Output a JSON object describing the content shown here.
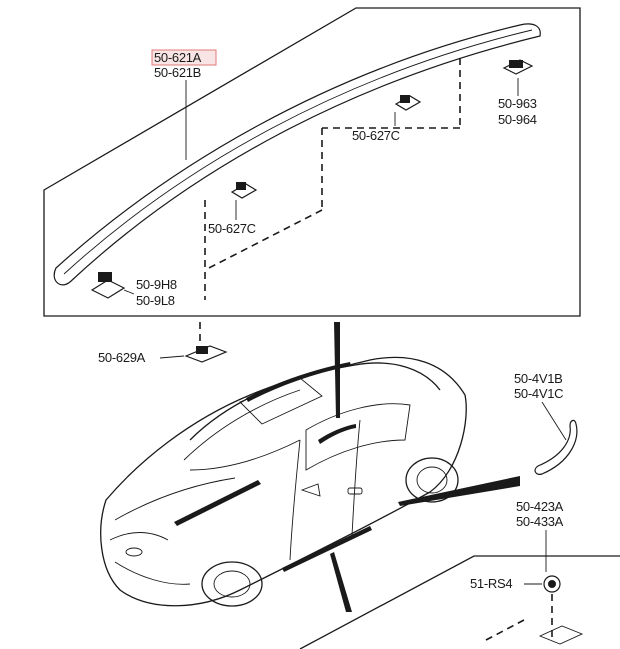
{
  "accent_color": "#e07a7a",
  "labels": {
    "roof_molding_a": "50-621A",
    "roof_molding_b": "50-621B",
    "clip_963": "50-963",
    "clip_964": "50-964",
    "clip_627c_upper": "50-627C",
    "clip_627c_lower": "50-627C",
    "fastener_9h8": "50-9H8",
    "fastener_9l8": "50-9L8",
    "clip_629a": "50-629A",
    "molding_4v1b": "50-4V1B",
    "molding_4v1c": "50-4V1C",
    "sill_423a": "50-423A",
    "sill_433a": "50-433A",
    "fastener_rs4": "51-RS4"
  }
}
